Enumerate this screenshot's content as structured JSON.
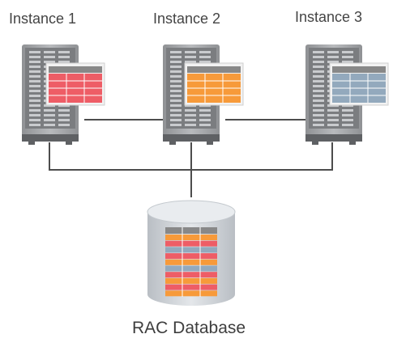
{
  "instances": [
    {
      "label": "Instance 1",
      "table_color": "#ee5d66"
    },
    {
      "label": "Instance 2",
      "table_color": "#f79a3a"
    },
    {
      "label": "Instance 3",
      "table_color": "#93a9bd"
    }
  ],
  "database": {
    "label": "RAC Database",
    "stripe_colors": [
      "#ee5d66",
      "#f79a3a",
      "#93a9bd"
    ]
  },
  "colors": {
    "server_body": "#a7a9ac",
    "server_dark": "#6d6e71",
    "connector": "#4d4d4d",
    "cylinder": "#d1d5da"
  }
}
